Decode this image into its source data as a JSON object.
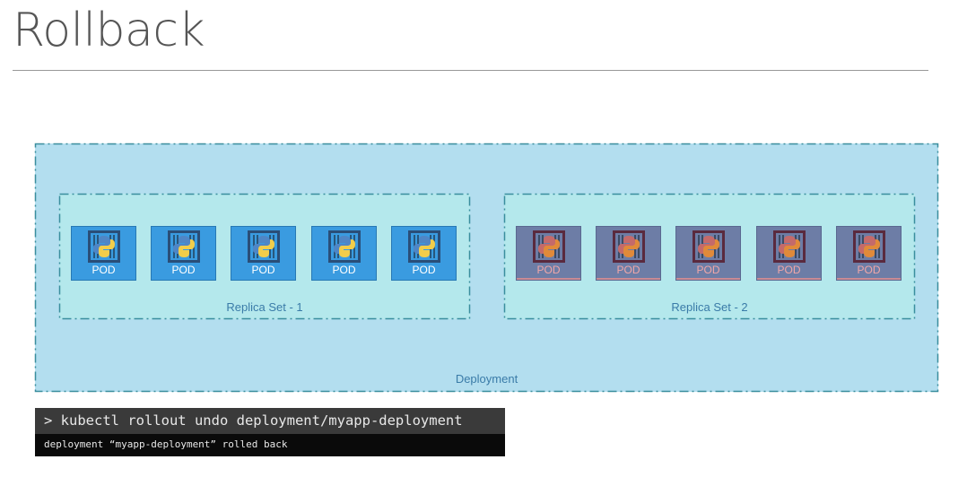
{
  "title": "Rollback",
  "deployment": {
    "label": "Deployment"
  },
  "replica_sets": [
    {
      "label": "Replica Set - 1",
      "pod_label": "POD",
      "pod_count": 5,
      "color": "#3a9be0"
    },
    {
      "label": "Replica Set - 2",
      "pod_label": "POD",
      "pod_count": 5,
      "color": "#6d7da6"
    }
  ],
  "pod_icon": "python-container-icon",
  "colors": {
    "deployment_bg": "#b3deef",
    "replica_set_bg": "#b4e8ec",
    "border": "#3a8e9e",
    "terminal_bg": "#0a0a0a"
  },
  "terminal": {
    "command": "> kubectl rollout undo deployment/myapp-deployment",
    "output": "deployment “myapp-deployment” rolled back"
  }
}
